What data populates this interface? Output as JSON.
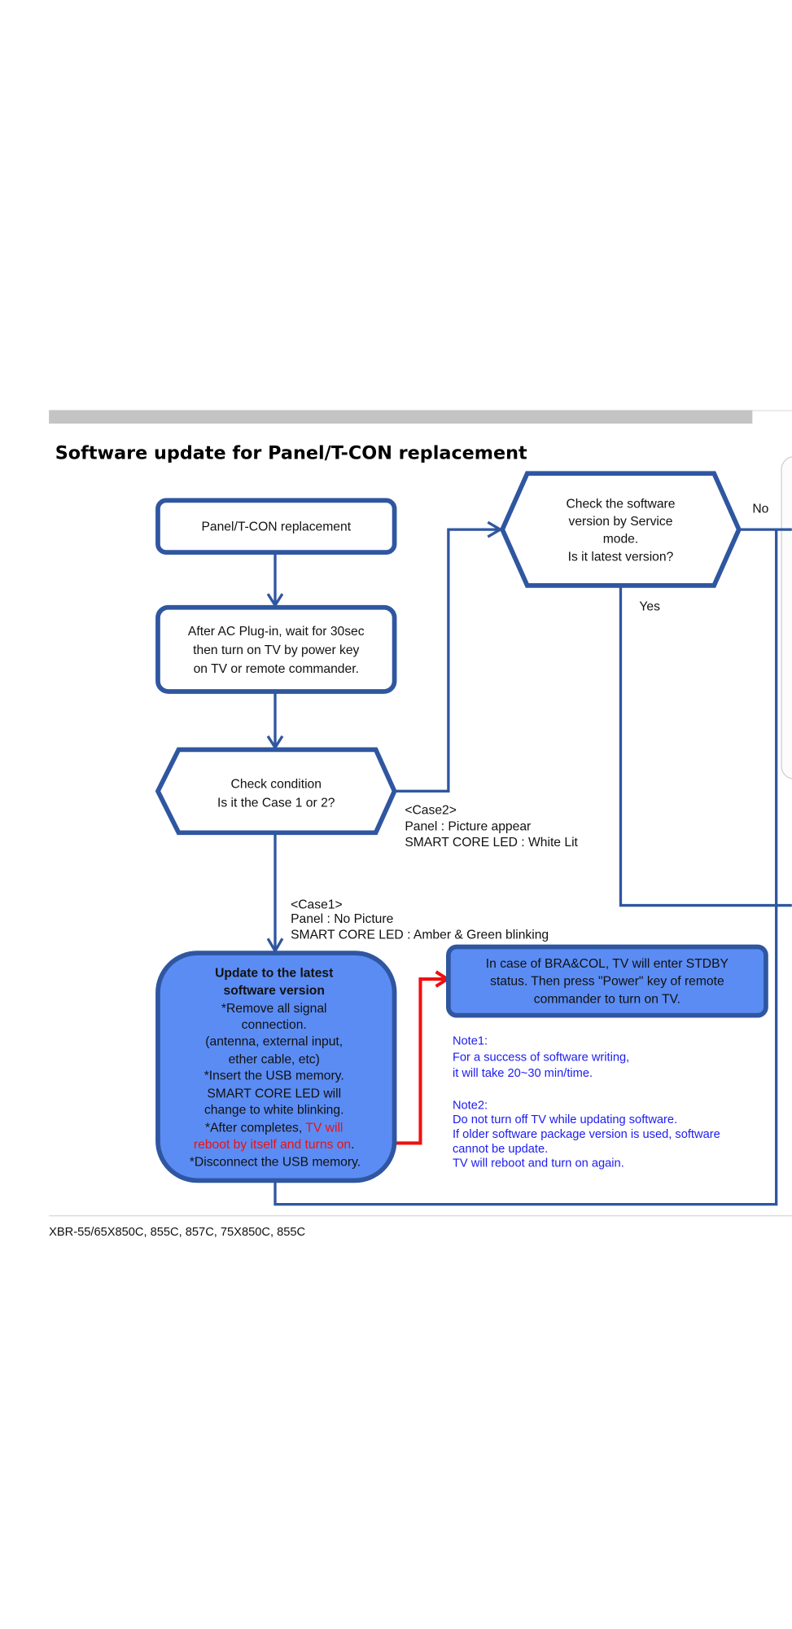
{
  "title": "Software update for Panel/T-CON replacement",
  "nodes": {
    "start": [
      "Panel/T-CON replacement"
    ],
    "power_on": [
      "After AC Plug-in, wait for 30sec",
      "then turn on TV by power key",
      "on TV or remote commander."
    ],
    "check_condition": [
      "Check condition",
      "Is it the Case 1 or 2?"
    ],
    "check_version": [
      "Check the software",
      "version by Service",
      "mode.",
      "Is it latest version?"
    ],
    "update": {
      "heading": [
        "Update to the latest",
        "software version"
      ],
      "lines": [
        "*Remove all signal",
        "connection.",
        "(antenna, external input,",
        "ether cable, etc)",
        "*Insert the USB memory.",
        "SMART CORE LED will",
        "change to white blinking."
      ],
      "after_prefix": "*After completes,",
      "after_red_1": " TV will",
      "after_red_2": "reboot by itself and turns on",
      "after_suffix": ".",
      "last": "*Disconnect the USB memory."
    },
    "stdby": [
      "In case of  BRA&COL, TV will  enter STDBY",
      "status. Then press \"Power\" key of remote",
      "commander to turn on TV."
    ]
  },
  "labels": {
    "no": "No",
    "yes": "Yes",
    "case2": [
      "<Case2>",
      "Panel : Picture appear",
      "SMART CORE LED : White Lit"
    ],
    "case1": [
      "<Case1>",
      "Panel : No Picture",
      "SMART CORE LED : Amber & Green blinking"
    ]
  },
  "notes": {
    "note1": [
      "Note1:",
      "For a success of software writing,",
      "it will take 20~30 min/time."
    ],
    "note2": [
      "Note2:",
      "Do not turn off TV while updating software.",
      "If older software package version is used, software",
      "cannot be update.",
      "TV will reboot and turn on again."
    ]
  },
  "footer": "XBR-55/65X850C, 855C, 857C, 75X850C, 855C",
  "colors": {
    "stroke": "#2f56a0",
    "box_fill": "#5b8cf4",
    "note_text": "#1c1cf0",
    "highlight": "#ee1111"
  }
}
